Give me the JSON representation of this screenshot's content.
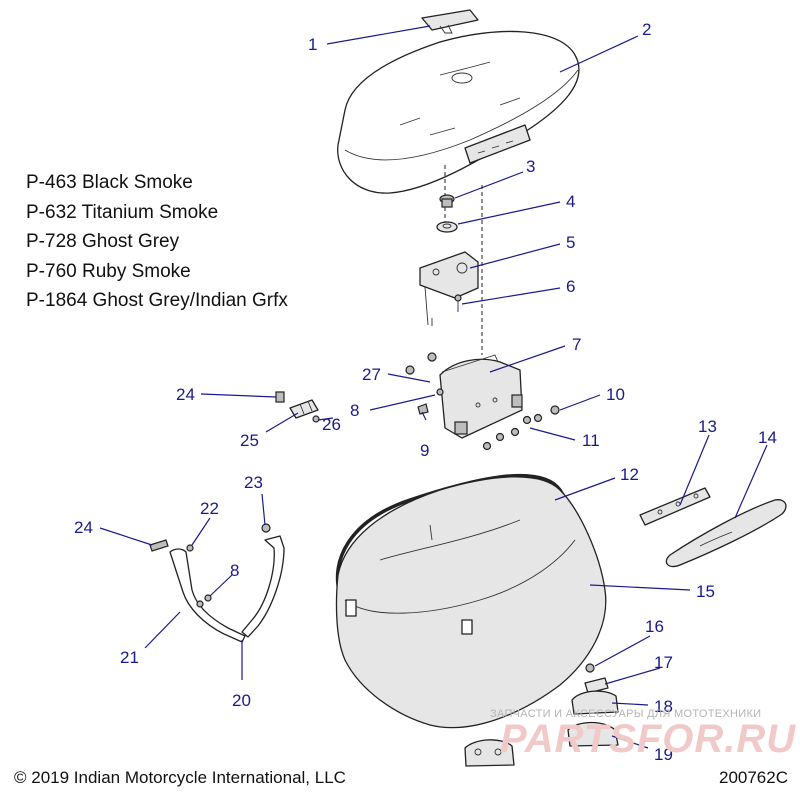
{
  "callouts": {
    "c1": "1",
    "c2": "2",
    "c3": "3",
    "c4": "4",
    "c5": "5",
    "c6": "6",
    "c7": "7",
    "c8a": "8",
    "c8b": "8",
    "c9": "9",
    "c10": "10",
    "c11": "11",
    "c12": "12",
    "c13": "13",
    "c14": "14",
    "c15": "15",
    "c16": "16",
    "c17": "17",
    "c18": "18",
    "c19": "19",
    "c20": "20",
    "c21": "21",
    "c22": "22",
    "c23": "23",
    "c24a": "24",
    "c24b": "24",
    "c25": "25",
    "c26": "26",
    "c27": "27"
  },
  "color_codes": [
    "P-463 Black Smoke",
    "P-632 Titanium Smoke",
    "P-728 Ghost Grey",
    "P-760 Ruby Smoke",
    "P-1864 Ghost Grey/Indian Grfx"
  ],
  "footer": {
    "copyright": "© 2019 Indian Motorcycle International, LLC",
    "drawing_number": "200762C"
  },
  "watermark": {
    "tagline": "ЗАПЧАСТИ И АКСЕССУАРЫ ДЛЯ МОТОТЕХНИКИ",
    "logo": "PARTSFOR.RU"
  },
  "colors": {
    "callout": "#1a1a8c",
    "line_art": "#222222"
  }
}
